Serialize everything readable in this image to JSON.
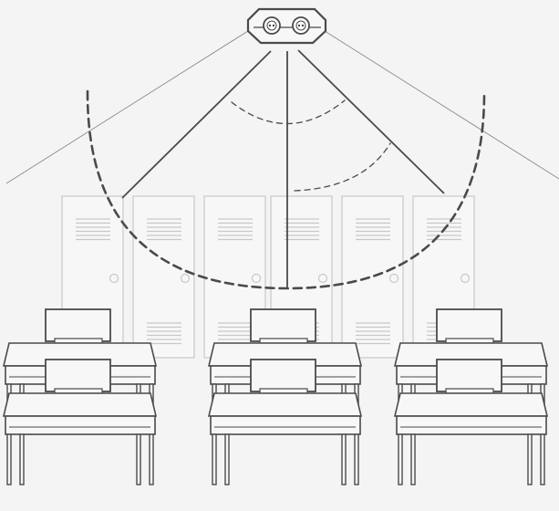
{
  "illustration": {
    "subject": "ceiling-mounted-dual-lens-sensor-over-classroom",
    "colors": {
      "background": "#f4f4f4",
      "stroke_dark": "#4a4a4a",
      "stroke_mid": "#666666",
      "stroke_light": "#c8c8c8",
      "fill_white": "#f7f7f7"
    },
    "sensor": {
      "lens_count": 2,
      "icon": "dual-lens-sensor-icon"
    },
    "lockers": {
      "count": 6
    },
    "desks": {
      "rows": 2,
      "columns": 3
    }
  }
}
